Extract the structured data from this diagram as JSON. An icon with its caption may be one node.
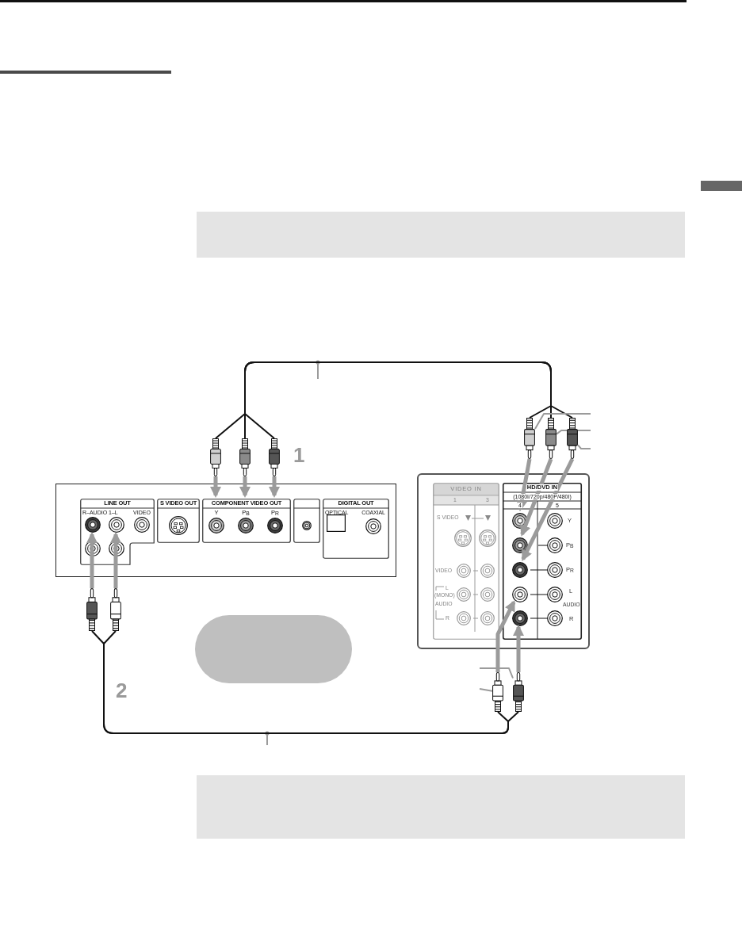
{
  "diagram": {
    "nodes": [
      {
        "text": [],
        "shape": "plug"
      },
      {
        "text": [],
        "shape": "plug"
      },
      {
        "text": [],
        "shape": "plug"
      },
      {
        "text": [],
        "shape": "plug"
      },
      {
        "text": [],
        "shape": "plug"
      },
      {
        "text": [],
        "shape": "plug"
      },
      {
        "text": [],
        "shape": "box"
      },
      {
        "text": [
          "LINE OUT",
          "R–AUDIO 1–L",
          "VIDEO"
        ],
        "in": 6
      },
      {
        "text": [],
        "shape": "circle",
        "in": 7
      },
      {
        "text": [],
        "shape": "circle",
        "in": 7
      },
      {
        "text": [
          "S VIDEO OUT"
        ],
        "in": 6
      },
      {
        "text": [
          "COMPONENT VIDEO OUT",
          "Y",
          "P$_{B}$",
          "P$_{R}$"
        ],
        "in": 6
      },
      {
        "text": [],
        "shape": "box",
        "in": 6
      },
      {
        "text": [
          "DIGITAL OUT",
          "OPTICAL",
          "COAXIAL"
        ],
        "in": 6
      },
      {
        "text": [],
        "shape": "box"
      },
      {
        "text": [
          "VIDEO IN",
          "1",
          "3",
          "S VIDEO",
          "VIDEO",
          "L",
          "(MONO)",
          "AUDIO",
          "R"
        ],
        "in": 14
      },
      {
        "text": [
          "HD/DVD IN",
          "(1080I/720p/480P/480I)",
          "4",
          "5",
          "Y",
          "P$_{B}$",
          "P$_{R}$",
          "L",
          "AUDIO",
          "R"
        ],
        "in": 14
      },
      {
        "text": [],
        "shape": "circle",
        "in": 16
      },
      {
        "text": [],
        "shape": "circle",
        "in": 16
      },
      {
        "text": [],
        "shape": "circle",
        "in": 16
      },
      {
        "text": [],
        "shape": "circle",
        "in": 16
      },
      {
        "text": [],
        "shape": "circle",
        "in": 16
      },
      {
        "text": [],
        "shape": "plug"
      },
      {
        "text": [],
        "shape": "plug"
      },
      {
        "text": [],
        "shape": "plug"
      },
      {
        "text": [],
        "shape": "plug"
      }
    ],
    "edges": [
      {
        "from": 0,
        "to": 3,
        "arrow": "none",
        "color": "#111111"
      },
      {
        "from": 1,
        "to": 4,
        "arrow": "none",
        "color": "#111111"
      },
      {
        "from": 2,
        "to": 5,
        "arrow": "none",
        "color": "#111111"
      },
      {
        "from": 22,
        "to": 25,
        "arrow": "none",
        "color": "#111111"
      },
      {
        "from": 23,
        "to": 24,
        "arrow": "none",
        "color": "#111111"
      },
      {
        "from": 0,
        "to": 11,
        "arrow": "to",
        "style": "thick"
      },
      {
        "from": 1,
        "to": 11,
        "arrow": "to",
        "style": "thick"
      },
      {
        "from": 2,
        "to": 11,
        "arrow": "to",
        "style": "thick"
      },
      {
        "from": 3,
        "to": 17,
        "arrow": "to",
        "style": "thick"
      },
      {
        "from": 4,
        "to": 18,
        "arrow": "to",
        "style": "thick"
      },
      {
        "from": 5,
        "to": 19,
        "arrow": "to",
        "style": "thick"
      },
      {
        "from": 22,
        "to": 8,
        "arrow": "to",
        "style": "thick"
      },
      {
        "from": 23,
        "to": 9,
        "arrow": "to",
        "style": "thick"
      },
      {
        "from": 24,
        "to": 20,
        "arrow": "to",
        "style": "thick"
      },
      {
        "from": 25,
        "to": 21,
        "arrow": "to",
        "style": "thick"
      },
      {
        "from": null,
        "to": 3,
        "arrow": "none"
      },
      {
        "from": null,
        "to": 4,
        "arrow": "none"
      },
      {
        "from": null,
        "to": 5,
        "arrow": "none"
      },
      {
        "from": null,
        "to": 25,
        "arrow": "none"
      },
      {
        "from": null,
        "to": 24,
        "arrow": "none"
      }
    ],
    "labels": [
      "1",
      "2"
    ]
  }
}
